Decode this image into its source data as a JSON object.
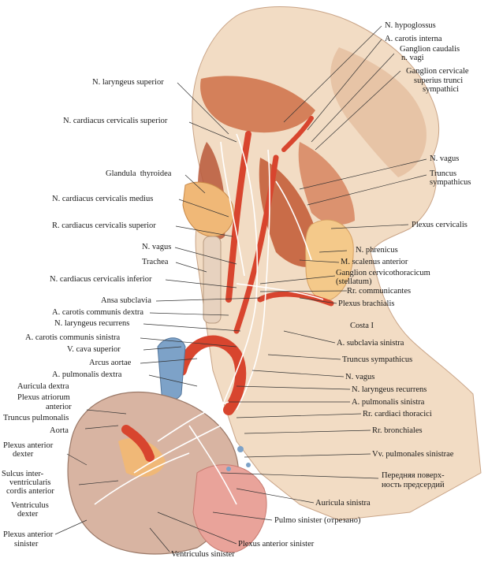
{
  "labels": {
    "n_hypoglossus": "N. hypoglossus",
    "a_carotis_interna": "A. carotis interna",
    "ganglion_caudalis": "Ganglion caudalis",
    "n_vagi": "n. vagi",
    "ganglion_cervicale": "Ganglion cervicale",
    "superius_trunci": "superius trunci",
    "sympathici": "sympathici",
    "n_laryngeus_superior": "N. laryngeus superior",
    "n_cardiacus_cervicalis_superior": "N. cardiacus cervicalis superior",
    "glandula_thyroidea": "Glandula  thyroidea",
    "n_vagus_right": "N. vagus",
    "truncus": "Truncus",
    "sympathicus": "sympathicus",
    "n_cardiacus_cervicalis_medius": "N. cardiacus cervicalis medius",
    "plexus_cervicalis": "Plexus cervicalis",
    "r_cardiacus_cervicalis_superior": "R. cardiacus cervicalis superior",
    "n_phrenicus": "N. phrenicus",
    "n_vagus_left": "N. vagus",
    "m_scalenus_anterior": "M. scalenus anterior",
    "trachea": "Trachea",
    "ganglion_cervicothoracicum": "Ganglion cervicothoracicum",
    "stellatum": "(stellatum)",
    "n_cardiacus_cervicalis_inferior": "N. cardiacus cervicalis inferior",
    "rr_communicantes": "Rr. communicantes",
    "ansa_subclavia": "Ansa subclavia",
    "plexus_brachialis": "Plexus brachialis",
    "a_carotis_communis_dextra": "A. carotis communis dextra",
    "n_laryngeus_recurrens_left": "N. laryngeus recurrens",
    "costa_i": "Costa I",
    "a_carotis_communis_sinistra": "A. carotis communis sinistra",
    "a_subclavia_sinistra": "A. subclavia sinistra",
    "v_cava_superior": "V. cava superior",
    "arcus_aortae": "Arcus aortae",
    "truncus_sympathicus": "Truncus sympathicus",
    "a_pulmonalis_dextra": "A. pulmonalis dextra",
    "n_vagus_lower": "N. vagus",
    "auricula_dextra": "Auricula dextra",
    "n_laryngeus_recurrens_right": "N. laryngeus recurrens",
    "plexus_atriorum": "Plexus atriorum",
    "anterior": "anterior",
    "a_pulmonalis_sinistra": "A. pulmonalis sinistra",
    "truncus_pulmonalis": "Truncus pulmonalis",
    "rr_cardiaci_thoracici": "Rr. cardiaci thoracici",
    "aorta": "Aorta",
    "rr_bronchiales": "Rr. bronchiales",
    "plexus_anterior_dexter_1": "Plexus anterior",
    "plexus_anterior_dexter_2": "dexter",
    "vv_pulmonales_sinistrae": "Vv. pulmonales sinistrae",
    "sulcus_1": "Sulcus inter-",
    "sulcus_2": "ventricularis",
    "sulcus_3": "cordis anterior",
    "perednyaya_1": "Передняя поверх-",
    "perednyaya_2": "ность предсердий",
    "ventriculus_dexter_1": "Ventriculus",
    "ventriculus_dexter_2": "dexter",
    "auricula_sinistra": "Auricula sinistra",
    "pulmo_sinister": "Pulmo sinister (отрезано)",
    "plexus_anterior_sinister_left_1": "Plexus anterior",
    "plexus_anterior_sinister_left_2": "sinister",
    "plexus_anterior_sinister_right": "Plexus anterior sinister",
    "ventriculus_sinister": "Ventriculus sinister"
  },
  "colors": {
    "skin": "#f2dcc4",
    "skin_shadow": "#e2b99a",
    "muscle": "#d4805a",
    "muscle_dark": "#b8583a",
    "gland": "#f0b877",
    "fat": "#f4c98a",
    "artery": "#d8452e",
    "vein": "#7da2c8",
    "nerve": "#ffffff",
    "heart": "#d8b4a2",
    "lung": "#e9a39a",
    "leader": "#333333"
  }
}
